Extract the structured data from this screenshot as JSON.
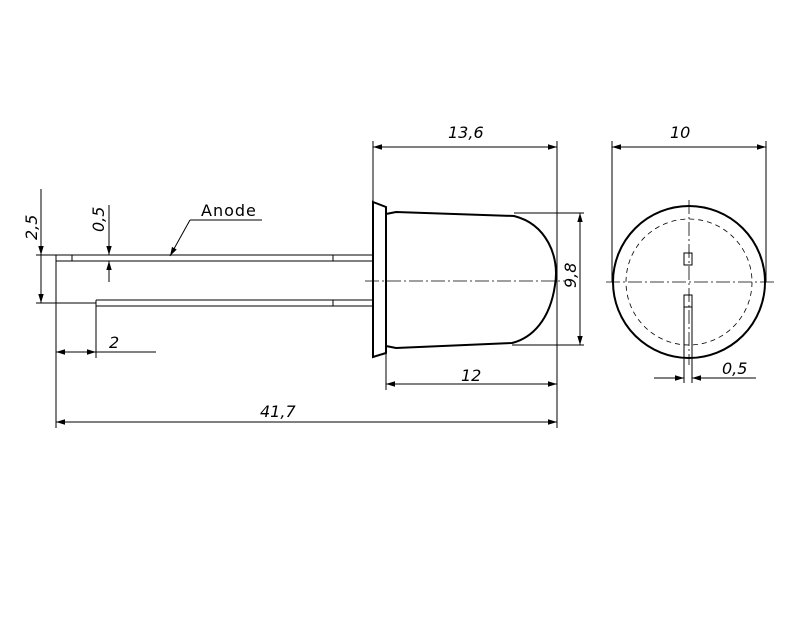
{
  "labels": {
    "anode": "Anode"
  },
  "dimensions": {
    "flange_length": "13,6",
    "diameter_top": "10",
    "lead_spacing": "2,5",
    "lead_thickness": "0,5",
    "lens_height": "9,8",
    "lead_offset": "2",
    "body_length": "12",
    "overall_length": "41,7",
    "pin_width": "0,5"
  }
}
